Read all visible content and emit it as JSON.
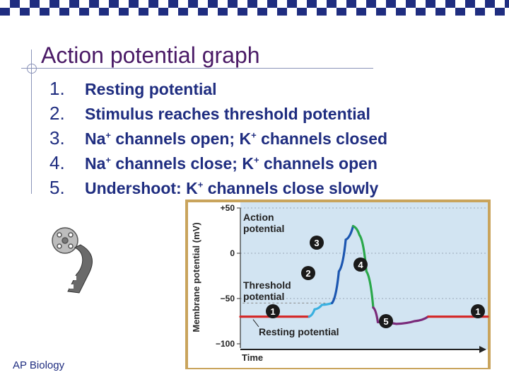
{
  "slide": {
    "title": "Action potential graph",
    "footer": "AP Biology"
  },
  "list": [
    {
      "num": "1.",
      "parts": [
        "Resting potential"
      ]
    },
    {
      "num": "2.",
      "parts": [
        "Stimulus reaches threshold potential"
      ]
    },
    {
      "num": "3.",
      "parts": [
        "Na",
        "+",
        " channels open; K",
        "+",
        " channels closed"
      ]
    },
    {
      "num": "4.",
      "parts": [
        "Na",
        "+",
        " channels close; K",
        "+",
        " channels open"
      ]
    },
    {
      "num": "5.",
      "parts": [
        "Undershoot: K",
        "+",
        " channels close slowly"
      ]
    }
  ],
  "colors": {
    "bar": "#1f2d80",
    "title": "#4a1a66",
    "text": "#1f2d80",
    "panel": "#d2e4f2",
    "frame": "#c9a45c",
    "resting": "#d42a2a",
    "threshold_curve": "#3ab0e0",
    "rise": "#1c56b0",
    "peak_fall": "#2aa84a",
    "undershoot": "#7a2a7a"
  },
  "chart_data": {
    "type": "line",
    "xlabel": "Time",
    "ylabel": "Membrane potential (mV)",
    "ylim": [
      -100,
      50
    ],
    "yticks": [
      "+50",
      "0",
      "−50",
      "−100"
    ],
    "ytick_values": [
      50,
      0,
      -50,
      -100
    ],
    "labels": {
      "action": [
        "Action",
        "potential"
      ],
      "threshold": [
        "Threshold",
        "potential"
      ],
      "resting": "Resting potential"
    },
    "markers": [
      "1",
      "2",
      "3",
      "4",
      "5",
      "1"
    ],
    "segments": [
      {
        "name": "resting",
        "points": [
          [
            0,
            -70
          ],
          [
            1.2,
            -70
          ],
          [
            1.5,
            -70
          ]
        ]
      },
      {
        "name": "stimulus",
        "points": [
          [
            1.5,
            -70
          ],
          [
            1.62,
            -62
          ],
          [
            1.78,
            -57
          ],
          [
            2.0,
            -55
          ]
        ]
      },
      {
        "name": "depolarization",
        "points": [
          [
            2.0,
            -55
          ],
          [
            2.15,
            -20
          ],
          [
            2.3,
            15
          ],
          [
            2.46,
            30
          ]
        ]
      },
      {
        "name": "repolarization",
        "points": [
          [
            2.46,
            30
          ],
          [
            2.6,
            20
          ],
          [
            2.75,
            -20
          ],
          [
            2.9,
            -60
          ]
        ]
      },
      {
        "name": "undershoot",
        "points": [
          [
            2.9,
            -60
          ],
          [
            3.0,
            -76
          ],
          [
            3.4,
            -78
          ],
          [
            3.8,
            -75
          ],
          [
            4.1,
            -70
          ]
        ]
      },
      {
        "name": "resting_end",
        "points": [
          [
            4.1,
            -70
          ],
          [
            5.4,
            -70
          ]
        ]
      }
    ]
  }
}
